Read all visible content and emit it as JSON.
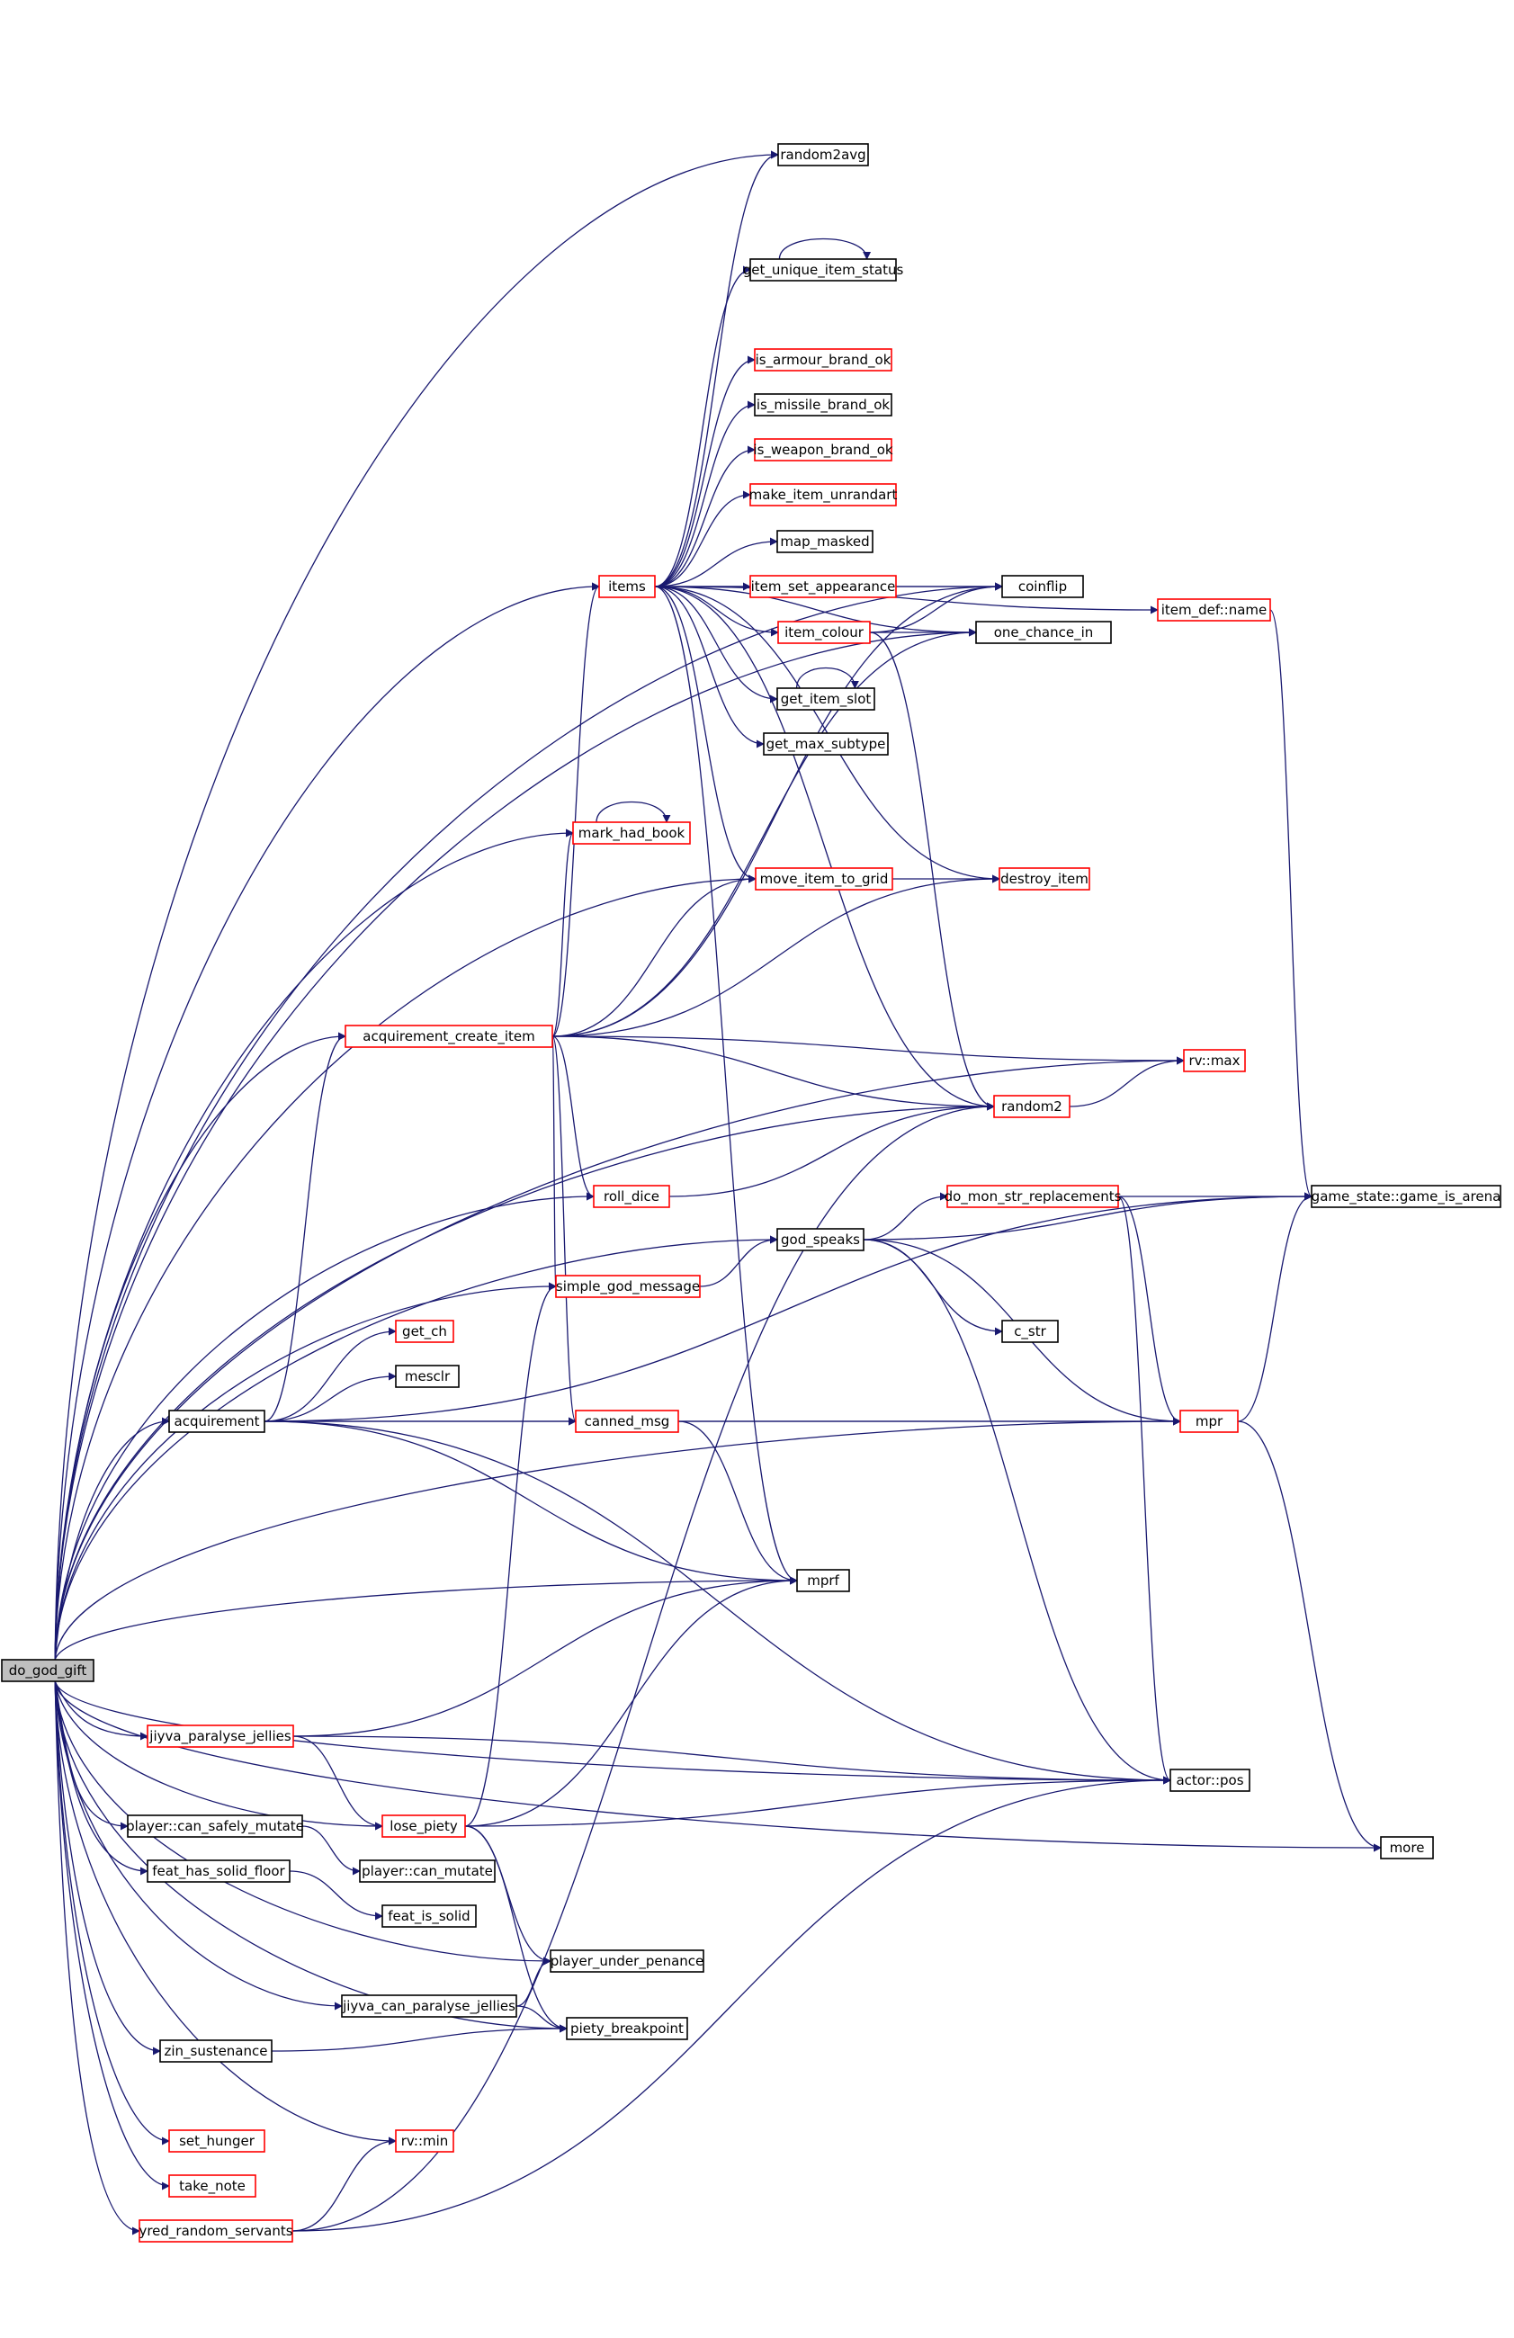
{
  "diagram": {
    "type": "call-graph",
    "colors": {
      "edge": "#191970",
      "node_border": "#000000",
      "node_border_truncated": "#ff0000",
      "root_fill": "#bfbfbf"
    },
    "nodes": [
      {
        "id": "do_god_gift",
        "label": "do_god_gift",
        "root": true
      },
      {
        "id": "random2avg",
        "label": "random2avg"
      },
      {
        "id": "get_unique_item_status",
        "label": "get_unique_item_status"
      },
      {
        "id": "is_armour_brand_ok",
        "label": "is_armour_brand_ok",
        "truncated": true
      },
      {
        "id": "is_missile_brand_ok",
        "label": "is_missile_brand_ok"
      },
      {
        "id": "is_weapon_brand_ok",
        "label": "is_weapon_brand_ok",
        "truncated": true
      },
      {
        "id": "make_item_unrandart",
        "label": "make_item_unrandart",
        "truncated": true
      },
      {
        "id": "map_masked",
        "label": "map_masked"
      },
      {
        "id": "items",
        "label": "items",
        "truncated": true
      },
      {
        "id": "item_set_appearance",
        "label": "item_set_appearance",
        "truncated": true
      },
      {
        "id": "coinflip",
        "label": "coinflip"
      },
      {
        "id": "item_colour",
        "label": "item_colour",
        "truncated": true
      },
      {
        "id": "one_chance_in",
        "label": "one_chance_in"
      },
      {
        "id": "get_item_slot",
        "label": "get_item_slot"
      },
      {
        "id": "get_max_subtype",
        "label": "get_max_subtype"
      },
      {
        "id": "item_def_name",
        "label": "item_def::name",
        "truncated": true
      },
      {
        "id": "mark_had_book",
        "label": "mark_had_book",
        "truncated": true
      },
      {
        "id": "move_item_to_grid",
        "label": "move_item_to_grid",
        "truncated": true
      },
      {
        "id": "destroy_item",
        "label": "destroy_item",
        "truncated": true
      },
      {
        "id": "acquirement_create_item",
        "label": "acquirement_create_item",
        "truncated": true
      },
      {
        "id": "rv_max",
        "label": "rv::max",
        "truncated": true
      },
      {
        "id": "random2",
        "label": "random2",
        "truncated": true
      },
      {
        "id": "roll_dice",
        "label": "roll_dice",
        "truncated": true
      },
      {
        "id": "do_mon_str_replacements",
        "label": "do_mon_str_replacements",
        "truncated": true
      },
      {
        "id": "game_is_arena",
        "label": "game_state::game_is_arena"
      },
      {
        "id": "god_speaks",
        "label": "god_speaks"
      },
      {
        "id": "simple_god_message",
        "label": "simple_god_message",
        "truncated": true
      },
      {
        "id": "c_str",
        "label": "c_str"
      },
      {
        "id": "get_ch",
        "label": "get_ch",
        "truncated": true
      },
      {
        "id": "mesclr",
        "label": "mesclr"
      },
      {
        "id": "acquirement",
        "label": "acquirement"
      },
      {
        "id": "canned_msg",
        "label": "canned_msg",
        "truncated": true
      },
      {
        "id": "mpr",
        "label": "mpr",
        "truncated": true
      },
      {
        "id": "mprf",
        "label": "mprf"
      },
      {
        "id": "jiyva_paralyse_jellies",
        "label": "jiyva_paralyse_jellies",
        "truncated": true
      },
      {
        "id": "actor_pos",
        "label": "actor::pos"
      },
      {
        "id": "lose_piety",
        "label": "lose_piety",
        "truncated": true
      },
      {
        "id": "more",
        "label": "more"
      },
      {
        "id": "player_can_safely_mutate",
        "label": "player::can_safely_mutate"
      },
      {
        "id": "player_can_mutate",
        "label": "player::can_mutate"
      },
      {
        "id": "feat_has_solid_floor",
        "label": "feat_has_solid_floor"
      },
      {
        "id": "feat_is_solid",
        "label": "feat_is_solid"
      },
      {
        "id": "player_under_penance",
        "label": "player_under_penance"
      },
      {
        "id": "jiyva_can_paralyse_jellies",
        "label": "jiyva_can_paralyse_jellies"
      },
      {
        "id": "piety_breakpoint",
        "label": "piety_breakpoint"
      },
      {
        "id": "zin_sustenance",
        "label": "zin_sustenance"
      },
      {
        "id": "set_hunger",
        "label": "set_hunger",
        "truncated": true
      },
      {
        "id": "rv_min",
        "label": "rv::min",
        "truncated": true
      },
      {
        "id": "take_note",
        "label": "take_note",
        "truncated": true
      },
      {
        "id": "yred_random_servants",
        "label": "yred_random_servants",
        "truncated": true
      }
    ],
    "edges": [
      [
        "do_god_gift",
        "random2avg"
      ],
      [
        "do_god_gift",
        "coinflip"
      ],
      [
        "do_god_gift",
        "one_chance_in"
      ],
      [
        "do_god_gift",
        "rv_max"
      ],
      [
        "do_god_gift",
        "items"
      ],
      [
        "do_god_gift",
        "mark_had_book"
      ],
      [
        "do_god_gift",
        "move_item_to_grid"
      ],
      [
        "do_god_gift",
        "acquirement_create_item"
      ],
      [
        "do_god_gift",
        "random2"
      ],
      [
        "do_god_gift",
        "roll_dice"
      ],
      [
        "do_god_gift",
        "god_speaks"
      ],
      [
        "do_god_gift",
        "simple_god_message"
      ],
      [
        "do_god_gift",
        "acquirement"
      ],
      [
        "do_god_gift",
        "mprf"
      ],
      [
        "do_god_gift",
        "mpr"
      ],
      [
        "do_god_gift",
        "actor_pos"
      ],
      [
        "do_god_gift",
        "jiyva_paralyse_jellies"
      ],
      [
        "do_god_gift",
        "lose_piety"
      ],
      [
        "do_god_gift",
        "player_can_safely_mutate"
      ],
      [
        "do_god_gift",
        "feat_has_solid_floor"
      ],
      [
        "do_god_gift",
        "player_under_penance"
      ],
      [
        "do_god_gift",
        "jiyva_can_paralyse_jellies"
      ],
      [
        "do_god_gift",
        "piety_breakpoint"
      ],
      [
        "do_god_gift",
        "zin_sustenance"
      ],
      [
        "do_god_gift",
        "set_hunger"
      ],
      [
        "do_god_gift",
        "rv_min"
      ],
      [
        "do_god_gift",
        "take_note"
      ],
      [
        "do_god_gift",
        "yred_random_servants"
      ],
      [
        "do_god_gift",
        "more"
      ],
      [
        "items",
        "random2avg"
      ],
      [
        "items",
        "get_unique_item_status"
      ],
      [
        "items",
        "is_armour_brand_ok"
      ],
      [
        "items",
        "is_missile_brand_ok"
      ],
      [
        "items",
        "is_weapon_brand_ok"
      ],
      [
        "items",
        "make_item_unrandart"
      ],
      [
        "items",
        "map_masked"
      ],
      [
        "items",
        "item_set_appearance"
      ],
      [
        "items",
        "item_colour"
      ],
      [
        "items",
        "get_item_slot"
      ],
      [
        "items",
        "get_max_subtype"
      ],
      [
        "items",
        "coinflip"
      ],
      [
        "items",
        "one_chance_in"
      ],
      [
        "items",
        "item_def_name"
      ],
      [
        "items",
        "move_item_to_grid"
      ],
      [
        "items",
        "destroy_item"
      ],
      [
        "items",
        "random2"
      ],
      [
        "items",
        "mprf"
      ],
      [
        "get_unique_item_status",
        "get_unique_item_status"
      ],
      [
        "get_item_slot",
        "get_item_slot"
      ],
      [
        "mark_had_book",
        "mark_had_book"
      ],
      [
        "item_set_appearance",
        "coinflip"
      ],
      [
        "item_colour",
        "coinflip"
      ],
      [
        "item_colour",
        "one_chance_in"
      ],
      [
        "item_colour",
        "random2"
      ],
      [
        "item_def_name",
        "game_is_arena"
      ],
      [
        "move_item_to_grid",
        "destroy_item"
      ],
      [
        "acquirement_create_item",
        "items"
      ],
      [
        "acquirement_create_item",
        "mark_had_book"
      ],
      [
        "acquirement_create_item",
        "move_item_to_grid"
      ],
      [
        "acquirement_create_item",
        "coinflip"
      ],
      [
        "acquirement_create_item",
        "one_chance_in"
      ],
      [
        "acquirement_create_item",
        "destroy_item"
      ],
      [
        "acquirement_create_item",
        "rv_max"
      ],
      [
        "acquirement_create_item",
        "random2"
      ],
      [
        "acquirement_create_item",
        "roll_dice"
      ],
      [
        "acquirement_create_item",
        "simple_god_message"
      ],
      [
        "acquirement_create_item",
        "canned_msg"
      ],
      [
        "random2",
        "rv_max"
      ],
      [
        "roll_dice",
        "random2"
      ],
      [
        "do_mon_str_replacements",
        "game_is_arena"
      ],
      [
        "do_mon_str_replacements",
        "mpr"
      ],
      [
        "do_mon_str_replacements",
        "actor_pos"
      ],
      [
        "god_speaks",
        "do_mon_str_replacements"
      ],
      [
        "god_speaks",
        "game_is_arena"
      ],
      [
        "god_speaks",
        "c_str"
      ],
      [
        "god_speaks",
        "mpr"
      ],
      [
        "god_speaks",
        "actor_pos"
      ],
      [
        "simple_god_message",
        "god_speaks"
      ],
      [
        "acquirement",
        "acquirement_create_item"
      ],
      [
        "acquirement",
        "get_ch"
      ],
      [
        "acquirement",
        "mesclr"
      ],
      [
        "acquirement",
        "canned_msg"
      ],
      [
        "acquirement",
        "game_is_arena"
      ],
      [
        "acquirement",
        "mpr"
      ],
      [
        "acquirement",
        "mprf"
      ],
      [
        "acquirement",
        "actor_pos"
      ],
      [
        "canned_msg",
        "mpr"
      ],
      [
        "canned_msg",
        "mprf"
      ],
      [
        "mpr",
        "game_is_arena"
      ],
      [
        "mpr",
        "more"
      ],
      [
        "jiyva_paralyse_jellies",
        "mprf"
      ],
      [
        "jiyva_paralyse_jellies",
        "actor_pos"
      ],
      [
        "jiyva_paralyse_jellies",
        "lose_piety"
      ],
      [
        "lose_piety",
        "simple_god_message"
      ],
      [
        "lose_piety",
        "mprf"
      ],
      [
        "lose_piety",
        "actor_pos"
      ],
      [
        "lose_piety",
        "player_under_penance"
      ],
      [
        "lose_piety",
        "piety_breakpoint"
      ],
      [
        "player_can_safely_mutate",
        "player_can_mutate"
      ],
      [
        "feat_has_solid_floor",
        "feat_is_solid"
      ],
      [
        "jiyva_can_paralyse_jellies",
        "player_under_penance"
      ],
      [
        "jiyva_can_paralyse_jellies",
        "piety_breakpoint"
      ],
      [
        "zin_sustenance",
        "piety_breakpoint"
      ],
      [
        "yred_random_servants",
        "rv_min"
      ],
      [
        "yred_random_servants",
        "random2"
      ],
      [
        "yred_random_servants",
        "actor_pos"
      ]
    ]
  }
}
